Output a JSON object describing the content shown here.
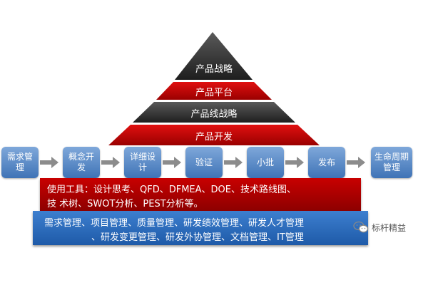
{
  "pyramid": {
    "layers": [
      {
        "label": "产品战略",
        "color": "#3a3a3a"
      },
      {
        "label": "产品平台",
        "color": "#c40000"
      },
      {
        "label": "产品线战略",
        "color": "#3a3a3a"
      },
      {
        "label": "产品开发",
        "color": "#c40000"
      }
    ]
  },
  "flow": {
    "steps": [
      {
        "label": "需求管理"
      },
      {
        "label": "概念开发"
      },
      {
        "label": "详细设计"
      },
      {
        "label": "验证"
      },
      {
        "label": "小批"
      },
      {
        "label": "发布"
      },
      {
        "label": "生命周期管理"
      }
    ],
    "arrow_color": "#8c8c8c",
    "step_color": "#4a7fc1"
  },
  "tools": {
    "line1": "使用工具：设计思考、QFD、DFMEA、DOE、技术路线图、",
    "line2": "技    术树、SWOT分析、PEST分析等。",
    "color": "#b00000"
  },
  "management": {
    "line1": "需求管理、项目管理、质量管理、研发绩效管理、研发人才管理",
    "line2": "、研发变更管理、研发外协管理、文档管理、IT管理",
    "color": "#2766b4"
  },
  "watermark": {
    "text": "标杆精益",
    "icon": "wechat-icon"
  }
}
